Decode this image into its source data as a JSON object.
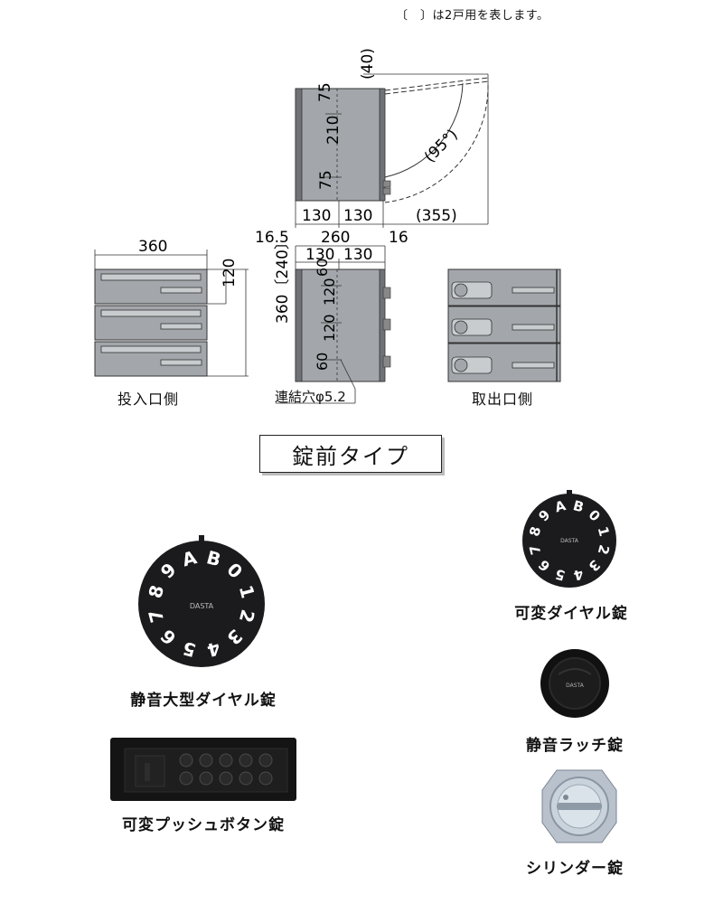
{
  "note": "〔　〕は2戸用を表します。",
  "side_view": {
    "dim_top_40": "(40)",
    "dim_75a": "75",
    "dim_210": "210",
    "dim_75b": "75",
    "dim_130a": "130",
    "dim_130b": "130",
    "dim_355": "(355)",
    "angle": "(95°)"
  },
  "front_view": {
    "dim_360w": "360",
    "dim_120": "120",
    "dim_360h": "360〔240〕",
    "caption": "投入口側"
  },
  "middle_view": {
    "dim_165": "16.5",
    "dim_260": "260",
    "dim_16": "16",
    "dim_130a": "130",
    "dim_130b": "130",
    "dim_60a": "60",
    "dim_120a": "120",
    "dim_120b": "120",
    "dim_60b": "60",
    "callout": "連結穴φ5.2"
  },
  "back_view": {
    "caption": "取出口側"
  },
  "section_title": "錠前タイプ",
  "locks": {
    "dial_large": {
      "label": "静音大型ダイヤル錠",
      "brand": "DASTA",
      "glyphs": [
        "A",
        "B",
        "0",
        "1",
        "2",
        "3",
        "4",
        "5",
        "6",
        "7",
        "8",
        "9"
      ]
    },
    "dial_variable": {
      "label": "可変ダイヤル錠",
      "brand": "DASTA",
      "glyphs": [
        "A",
        "B",
        "0",
        "1",
        "2",
        "3",
        "4",
        "5",
        "6",
        "7",
        "8",
        "9"
      ]
    },
    "latch": {
      "label": "静音ラッチ錠",
      "brand": "DASTA"
    },
    "push_button": {
      "label": "可変プッシュボタン錠"
    },
    "cylinder": {
      "label": "シリンダー錠"
    }
  },
  "colors": {
    "panel": "#9a9ea3",
    "panel_dark": "#7e8388",
    "lock_black": "#1b1b1d"
  }
}
